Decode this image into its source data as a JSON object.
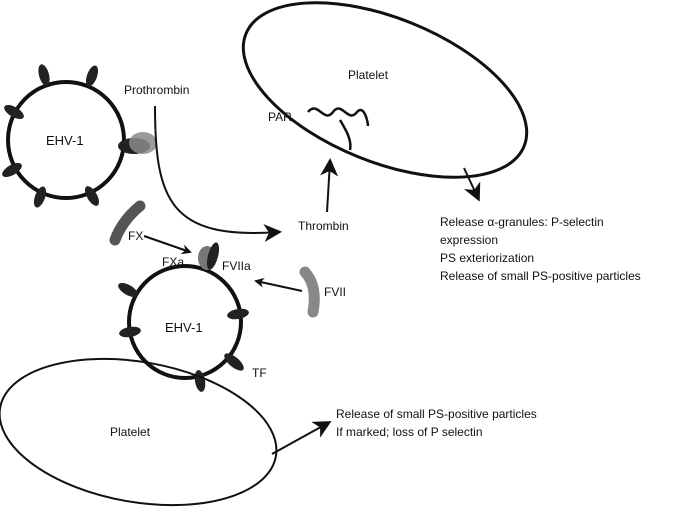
{
  "labels": {
    "ehv_top": "EHV-1",
    "ehv_bottom": "EHV-1",
    "prothrombin": "Prothrombin",
    "platelet_top": "Platelet",
    "platelet_bottom": "Platelet",
    "par": "PAR",
    "thrombin": "Thrombin",
    "fx": "FX",
    "fxa": "FXa",
    "fviia": "FVIIa",
    "fvii": "FVII",
    "tf": "TF"
  },
  "outcomes_top": [
    "Release α-granules: P-selectin",
    "expression",
    "PS exteriorization",
    "Release of small PS-positive particles"
  ],
  "outcomes_bottom": [
    "Release of small PS-positive particles",
    "If marked; loss of P selectin"
  ],
  "colors": {
    "line": "#111111",
    "protein_dark": "#4d4d4d",
    "protein_light": "#8a8a8a"
  }
}
